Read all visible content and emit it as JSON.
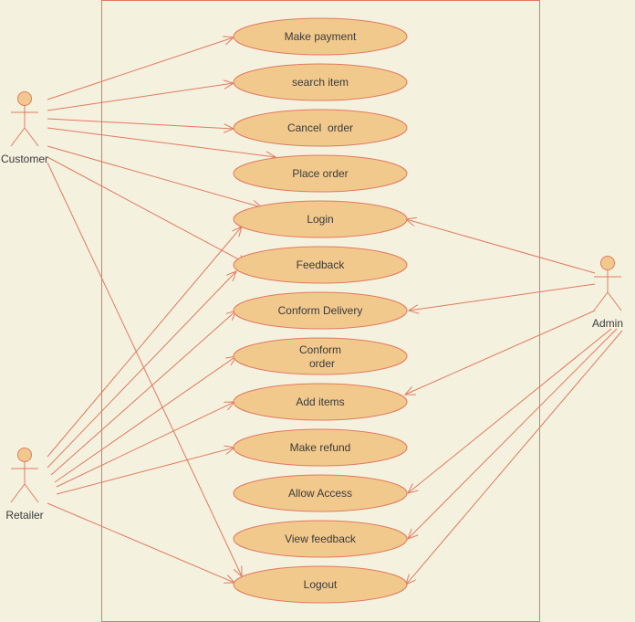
{
  "colors": {
    "background": "#f5f1df",
    "line": "#e07a5f",
    "ellipse_fill": "#f2c98d",
    "actor_head": "#f2c98d",
    "text": "#3a3a3a"
  },
  "actors": {
    "customer": "Customer",
    "retailer": "Retailer",
    "admin": "Admin"
  },
  "use_cases": {
    "make_payment": "Make payment",
    "search_item": "search item",
    "cancel_order": "Cancel  order",
    "place_order": "Place order",
    "login": "Login",
    "feedback": "Feedback",
    "conform_delivery": "Conform Delivery",
    "conform_order_1": "Conform",
    "conform_order_2": "order",
    "add_items": "Add items",
    "make_refund": "Make refund",
    "allow_access": "Allow Access",
    "view_feedback": "View feedback",
    "logout": "Logout"
  }
}
